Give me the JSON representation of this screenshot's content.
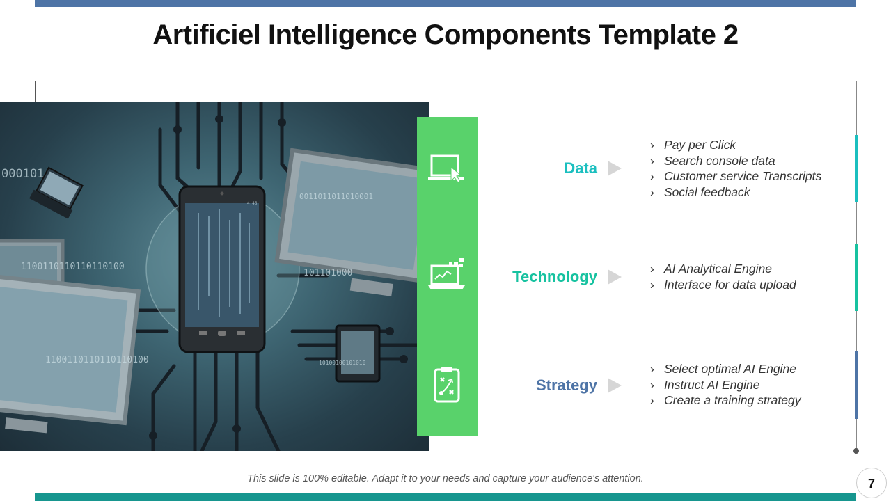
{
  "slide": {
    "title": "Artificiel Intelligence Components Template 2",
    "footer_note": "This slide is 100% editable. Adapt it to your needs and capture your audience's attention.",
    "page_number": "7"
  },
  "colors": {
    "top_bar": "#4e74a6",
    "bottom_bar": "#17968f",
    "panel_green": "#59d26b",
    "data_teal": "#1bbfbf",
    "technology_teal": "#17c2a0",
    "strategy_blue": "#4e74a6"
  },
  "icons": {
    "data": "laptop-cursor-icon",
    "technology": "laptop-chart-icon",
    "strategy": "clipboard-strategy-icon"
  },
  "photo_text": {
    "binary_1": "000101",
    "binary_2": "1100110110110110100",
    "binary_3": "0011011011010001",
    "binary_4": "101101000",
    "binary_5": "1100110110110110100",
    "binary_6": "10100100101010",
    "phone_time": "4:45"
  },
  "sections": [
    {
      "label": "Data",
      "bullet_marker": "›",
      "bullets": [
        "Pay per Click",
        "Search console data",
        "Customer service Transcripts",
        "Social feedback"
      ]
    },
    {
      "label": "Technology",
      "bullet_marker": "›",
      "bullets": [
        "AI Analytical Engine",
        "Interface for data upload"
      ]
    },
    {
      "label": "Strategy",
      "bullet_marker": "›",
      "bullets": [
        "Select optimal AI Engine",
        "Instruct AI Engine",
        "Create a training strategy"
      ]
    }
  ]
}
